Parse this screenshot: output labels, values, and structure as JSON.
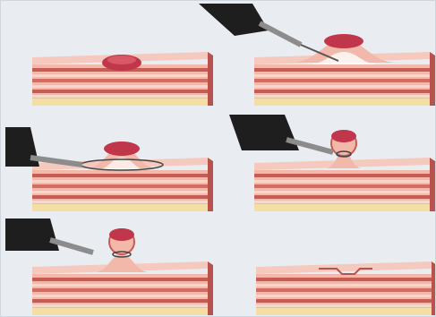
{
  "figure": {
    "kind": "medical illustration",
    "panels": [
      {
        "name": "panel-1-lesion-on-mucosa",
        "stage": 1,
        "instrument": "none",
        "elevation": "flat"
      },
      {
        "name": "panel-2-needle-injection",
        "stage": 2,
        "instrument": "injection-needle",
        "elevation": "raised"
      },
      {
        "name": "panel-3-snare-placement",
        "stage": 3,
        "instrument": "snare",
        "elevation": "raised"
      },
      {
        "name": "panel-4-snare-tightening",
        "stage": 4,
        "instrument": "snare",
        "elevation": "pedunculated"
      },
      {
        "name": "panel-5-resection",
        "stage": 5,
        "instrument": "snare",
        "elevation": "pedunculated"
      },
      {
        "name": "panel-6-post-resection-site",
        "stage": 6,
        "instrument": "none",
        "elevation": "scar"
      }
    ]
  },
  "colors": {
    "background": "#e9edf2",
    "mucosa": "#f2b8aa",
    "muscle_band": "#c75c55",
    "submucosa": "#f7d6cc",
    "fat_base": "#f3dfa4",
    "lesion": "#c0364a",
    "instrument_body": "#1e1e1e",
    "instrument_shaft": "#8c8c8c",
    "injection_fluid": "#ffffff"
  }
}
